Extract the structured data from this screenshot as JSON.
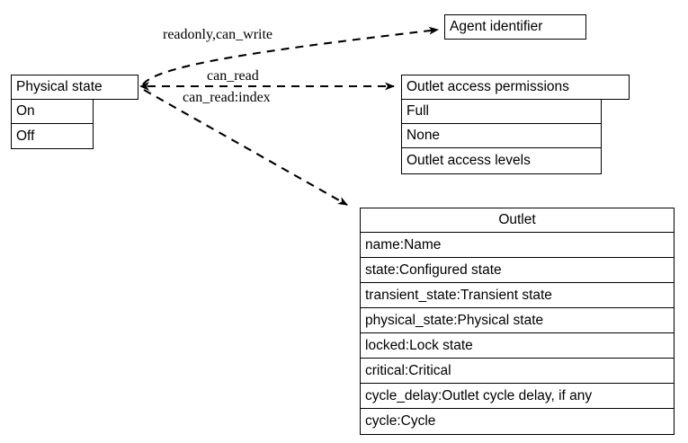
{
  "diagram": {
    "type": "uml-class-relationship-diagram",
    "background_color": "#ffffff",
    "line_color": "#000000",
    "text_color": "#000000",
    "nodes": [
      {
        "id": "physical-state",
        "title": "Physical state",
        "rows": [
          "On",
          "Off"
        ],
        "title_align": "left"
      },
      {
        "id": "agent-identifier",
        "title": "Agent identifier",
        "rows": [],
        "title_align": "left"
      },
      {
        "id": "outlet-access-permissions",
        "title": "Outlet access permissions",
        "rows": [
          "Full",
          "None",
          "Outlet access levels"
        ],
        "title_align": "left"
      },
      {
        "id": "outlet",
        "title": "Outlet",
        "rows": [
          "name:Name",
          "state:Configured state",
          "transient_state:Transient state",
          "physical_state:Physical state",
          "locked:Lock state",
          "critical:Critical",
          "cycle_delay:Outlet cycle delay, if any",
          "cycle:Cycle"
        ],
        "title_align": "center"
      }
    ],
    "edges": [
      {
        "id": "edge-physical-state-agent-identifier",
        "from": "physical-state",
        "to": "agent-identifier",
        "style": "dashed",
        "label_above": "readonly,can_write",
        "label_below": ""
      },
      {
        "id": "edge-physical-state-outlet-access-permissions",
        "from": "physical-state",
        "to": "outlet-access-permissions",
        "style": "dashed",
        "label_above": "can_read",
        "label_below": "can_read:index"
      },
      {
        "id": "edge-physical-state-outlet",
        "from": "physical-state",
        "to": "outlet",
        "style": "dashed",
        "label_above": "",
        "label_below": ""
      }
    ]
  }
}
